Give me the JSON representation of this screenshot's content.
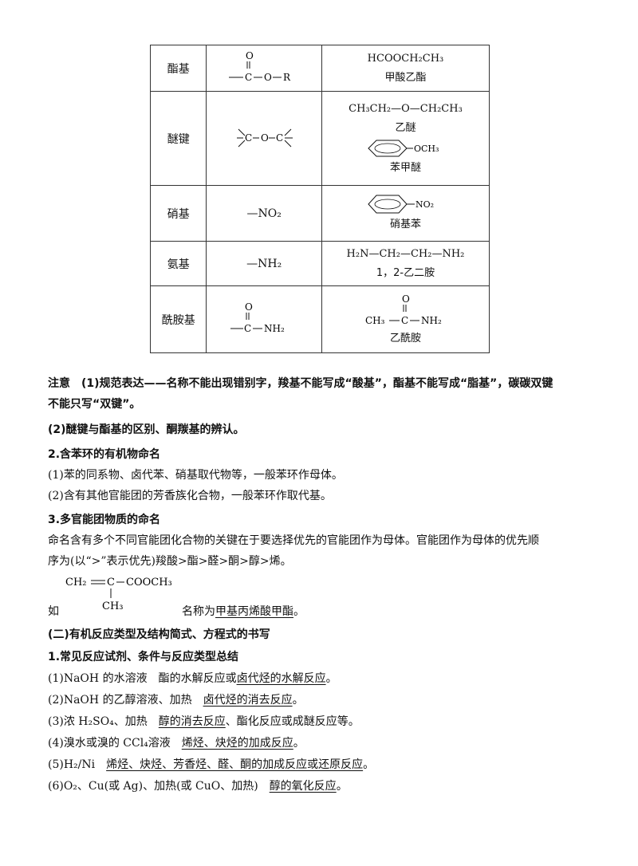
{
  "table": {
    "rows": [
      {
        "name": "酯基",
        "group": {
          "o": "O",
          "c": "C",
          "o2": "O",
          "r": "R"
        },
        "example_formula": "HCOOCH₂CH₃",
        "example_name": "甲酸乙酯"
      },
      {
        "name": "醚键",
        "group": {
          "c": "C",
          "o": "O"
        },
        "example_formula": "CH₃CH₂—O—CH₂CH₃",
        "example_name": "乙醚",
        "example2_sub": "OCH₃",
        "example2_name": "苯甲醚"
      },
      {
        "name": "硝基",
        "group_text": "—NO₂",
        "example_sub": "NO₂",
        "example_name": "硝基苯"
      },
      {
        "name": "氨基",
        "group_text": "—NH₂",
        "example_formula": "H₂N—CH₂—CH₂—NH₂",
        "example_name": "1，2-乙二胺"
      },
      {
        "name": "酰胺基",
        "group": {
          "o": "O",
          "c": "C",
          "nh2": "NH₂"
        },
        "example": {
          "o": "O",
          "ch3": "CH₃",
          "c": "C",
          "nh2": "NH₂"
        },
        "example_name": "乙酰胺"
      }
    ]
  },
  "notes": {
    "n1_label": "注意",
    "n1_text": "(1)规范表达——名称不能出现错别字，羧基不能写成“酸基”，酯基不能写成“脂基”，碳碳双键",
    "n1_cont": "不能只写“双键”。",
    "n2": "(2)醚键与酯基的区别、酮羰基的辨认。"
  },
  "section2": {
    "heading": "2.含苯环的有机物命名",
    "p1": "(1)苯的同系物、卤代苯、硝基取代物等，一般苯环作母体。",
    "p2": "(2)含有其他官能团的芳香族化合物，一般苯环作取代基。"
  },
  "section3": {
    "heading": "3.多官能团物质的命名",
    "p1": "命名含有多个不同官能团化合物的关键在于要选择优先的官能团作为母体。官能团作为母体的优先顺",
    "p2": "序为(以“>”表示优先)羧酸>酯>醛>酮>醇>烯。",
    "struct": {
      "ch2": "CH₂",
      "c": "C",
      "cooch3": "COOCH₃",
      "ch3": "CH₃"
    },
    "ru": "如",
    "name_prefix": "名称为",
    "name_value": "甲基丙烯酸甲酯",
    "name_suffix": "。"
  },
  "part2": {
    "heading": "(二)有机反应类型及结构简式、方程式的书写",
    "sub1": "1.常见反应试剂、条件与反应类型总结",
    "items": [
      {
        "pre": "(1)NaOH 的水溶液　酯的水解反应或",
        "u1": "卤代烃的水解反应",
        "mid": "",
        "u2": "",
        "post": "。"
      },
      {
        "pre": "(2)NaOH 的乙醇溶液、加热　",
        "u1": "卤代烃的消去反应",
        "mid": "",
        "u2": "",
        "post": "。"
      },
      {
        "pre": "(3)浓 H₂SO₄、加热　",
        "u1": "醇的消去反应",
        "mid": "、酯化反应或成醚反应等。",
        "u2": "",
        "post": ""
      },
      {
        "pre": "(4)溴水或溴的 CCl₄溶液　",
        "u1": "烯烃、炔烃的加成反应",
        "mid": "",
        "u2": "",
        "post": "。"
      },
      {
        "pre": "(5)H₂/Ni　",
        "u1": "烯烃、炔烃、芳香烃、醛、酮的加成反应或还原反应",
        "mid": "",
        "u2": "",
        "post": "。"
      },
      {
        "pre": "(6)O₂、Cu(或 Ag)、加热(或 CuO、加热)　",
        "u1": "醇的氧化反应",
        "mid": "",
        "u2": "",
        "post": "。"
      }
    ]
  }
}
